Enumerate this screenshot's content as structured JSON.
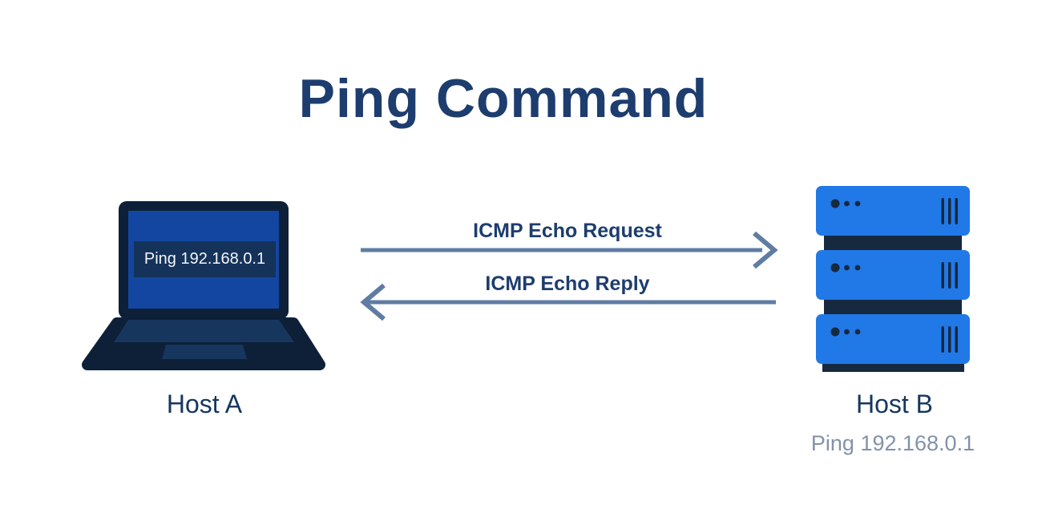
{
  "title": "Ping Command",
  "host_a": {
    "label": "Host A",
    "screen_text": "Ping 192.168.0.1"
  },
  "host_b": {
    "label": "Host B",
    "sub_label": "Ping 192.168.0.1"
  },
  "arrows": {
    "request_label": "ICMP Echo Request",
    "reply_label": "ICMP Echo Reply"
  },
  "icons": {
    "laptop": "laptop-icon",
    "server": "server-stack-icon",
    "request_arrow": "arrow-right-icon",
    "reply_arrow": "arrow-left-icon"
  },
  "colors": {
    "title-navy": "#1d3d6e",
    "label-navy": "#16365f",
    "muted-blue-gray": "#8292a9",
    "arrow-blue-gray": "#5f7ca3",
    "server-blue": "#2179e8",
    "detail-navy": "#16293f",
    "laptop-dark": "#0d2038",
    "screen-blue": "#1246a0",
    "screen-band": "#14325a",
    "keyboard-navy": "#16365e",
    "screen-text": "#f4f6f8",
    "background": "#ffffff"
  }
}
